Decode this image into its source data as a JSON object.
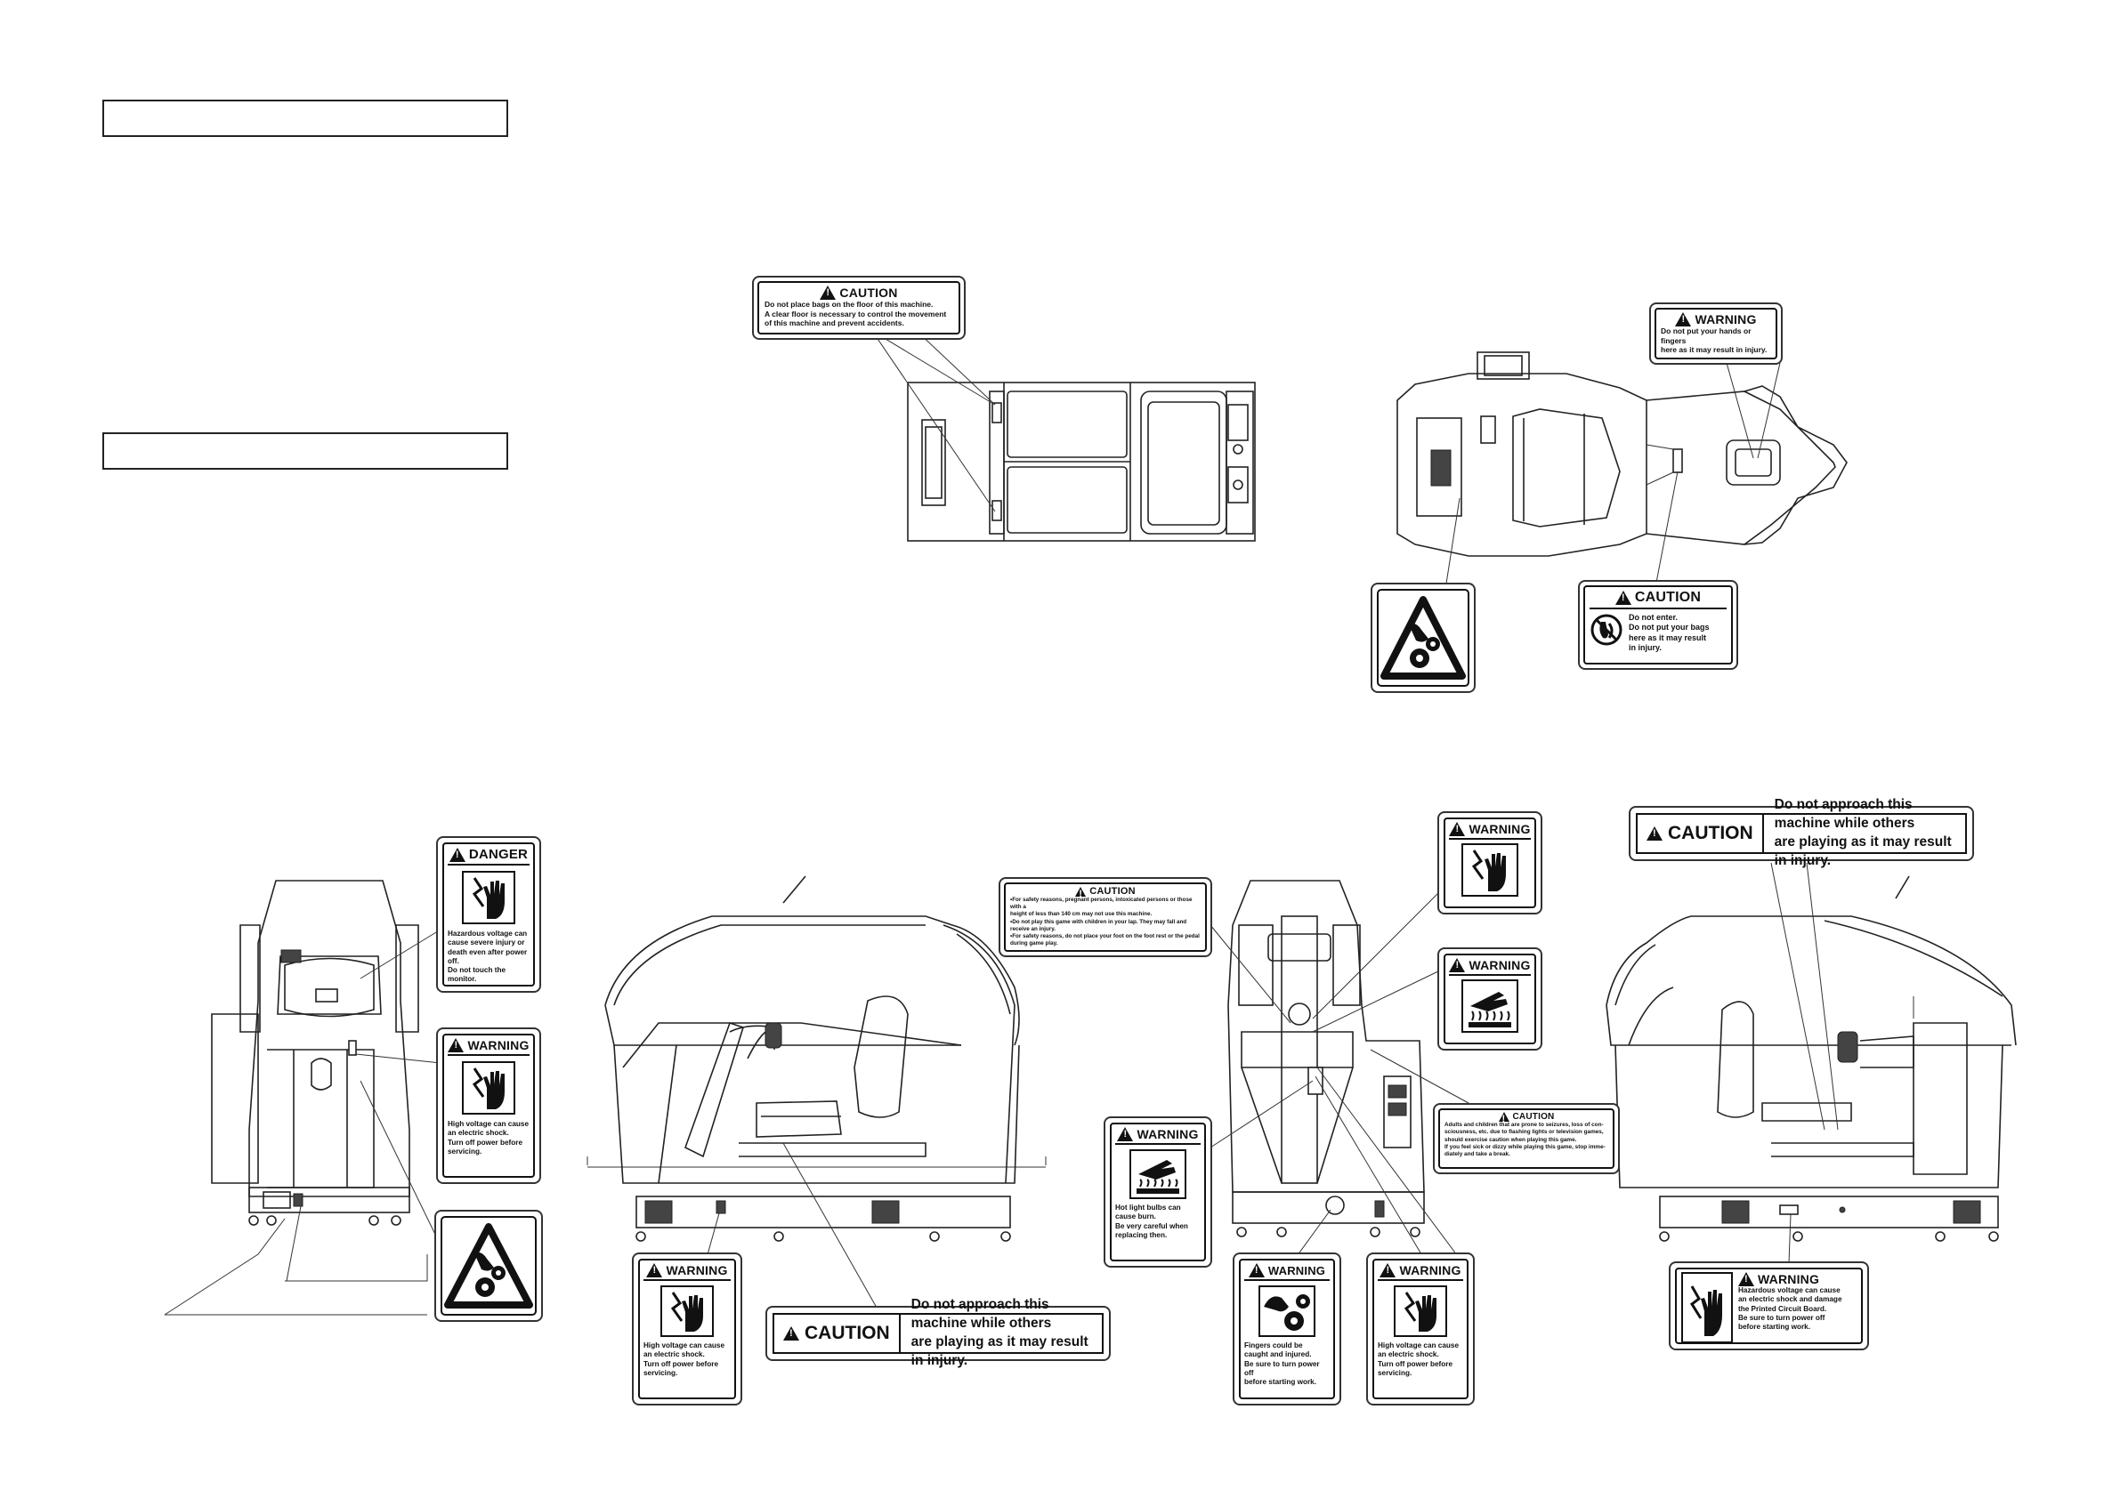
{
  "header_boxes": [
    {
      "text": ""
    },
    {
      "text": ""
    }
  ],
  "labels": {
    "caution_floor": {
      "header": "CAUTION",
      "lines": [
        "Do not place bags on the floor of this machine.",
        "A clear floor is necessary to control the movement",
        "of this machine and prevent accidents."
      ]
    },
    "warning_hands": {
      "header": "WARNING",
      "lines": [
        "Do not put your hands or fingers",
        "here as it may result in injury."
      ]
    },
    "caution_enter": {
      "header": "CAUTION",
      "lines": [
        "Do not enter.",
        "Do not put your bags",
        "here as it may result",
        "in injury."
      ]
    },
    "danger_monitor": {
      "header": "DANGER",
      "lines": [
        "Hazardous voltage can",
        "cause severe injury or",
        "death even after power off.",
        "Do not touch the monitor."
      ]
    },
    "warning_voltage_left": {
      "header": "WARNING",
      "lines": [
        "High voltage can cause",
        "an electric shock.",
        "Turn off power before",
        "servicing."
      ]
    },
    "warning_voltage_bottom": {
      "header": "WARNING",
      "lines": [
        "High voltage can cause",
        "an electric shock.",
        "Turn off power before",
        "servicing."
      ]
    },
    "caution_banner_1": {
      "header": "CAUTION",
      "message_lines": [
        "Do not approach this machine while others",
        "are playing as it may result in injury."
      ]
    },
    "caution_safety": {
      "header": "CAUTION",
      "lines": [
        "•For safety reasons, pregnant persons, intoxicated persons or those with a",
        "height of less than 140 cm may not use this machine.",
        "•Do not play this game with children in your lap. They may fall and receive an injury.",
        "•For safety reasons, do not place your foot on the foot rest or the pedal",
        "during game play."
      ]
    },
    "warning_hand_top": {
      "header": "WARNING"
    },
    "warning_heat_top": {
      "header": "WARNING"
    },
    "caution_seizure": {
      "header": "CAUTION",
      "lines": [
        "Adults and children that are prone to seizures, loss of con-",
        "sciousness, etc. due to flashing lights or television games,",
        "should exercise caution when playing this game.",
        "If you feel sick or dizzy while playing this game, stop imme-",
        "diately and take a break."
      ]
    },
    "warning_bulbs": {
      "header": "WARNING",
      "lines": [
        "Hot light bulbs can",
        "cause burn.",
        "Be very careful when",
        "replacing then."
      ]
    },
    "warning_fingers": {
      "header": "WARNING",
      "lines": [
        "Fingers could be",
        "caught and injured.",
        "Be sure to turn power off",
        "before starting work."
      ]
    },
    "warning_voltage_mid": {
      "header": "WARNING",
      "lines": [
        "High voltage can cause",
        "an electric shock.",
        "Turn off power before",
        "servicing."
      ]
    },
    "caution_banner_2": {
      "header": "CAUTION",
      "message_lines": [
        "Do not approach this machine while others",
        "are playing as it may result in injury."
      ]
    },
    "warning_pcb": {
      "header": "WARNING",
      "lines": [
        "Hazardous voltage can cause",
        "an electric shock and damage",
        "the Printed Circuit Board.",
        "Be sure to turn power off",
        "before starting work."
      ]
    }
  },
  "pictograms": {
    "gear_triangle_top": "gear-pinch-icon",
    "gear_triangle_left": "gear-pinch-icon",
    "no_foot": "no-step-icon",
    "shock_hand": "electric-shock-hand-icon",
    "hot_surface": "hot-surface-icon"
  }
}
